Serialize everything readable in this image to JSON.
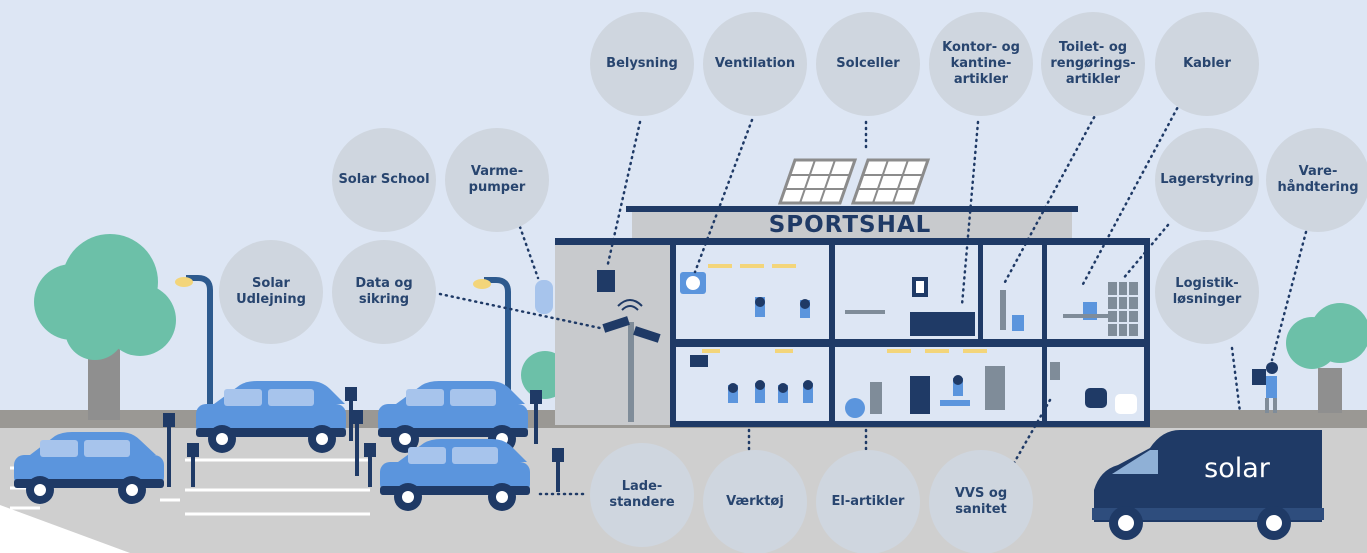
{
  "building": {
    "sign": "SPORTSHAL"
  },
  "van": {
    "logo": "solar"
  },
  "bubbles": {
    "belysning": "Belysning",
    "ventilation": "Ventilation",
    "solceller": "Solceller",
    "kontor": "Kontor- og\nkantine-\nartikler",
    "toilet": "Toilet- og\nrengørings-\nartikler",
    "kabler": "Kabler",
    "solar_school": "Solar School",
    "varmepumper": "Varme-\npumper",
    "lagerstyring": "Lagerstyring",
    "varehaandtering": "Vare-\nhåndtering",
    "solar_udlejning": "Solar\nUdlejning",
    "data_sikring": "Data og\nsikring",
    "logistik": "Logistik-\nløsninger",
    "ladestandere": "Lade-\nstandere",
    "vaerktoej": "Værktøj",
    "el_artikler": "El-artikler",
    "vvs": "VVS og\nsanitet"
  },
  "colors": {
    "background": "#dde6f4",
    "bubble": "#cfd6df",
    "bubble_text": "#28456f",
    "navy": "#1f3a66",
    "car": "#5b95dd",
    "tree": "#6cc0a8",
    "road": "#9a9894"
  }
}
